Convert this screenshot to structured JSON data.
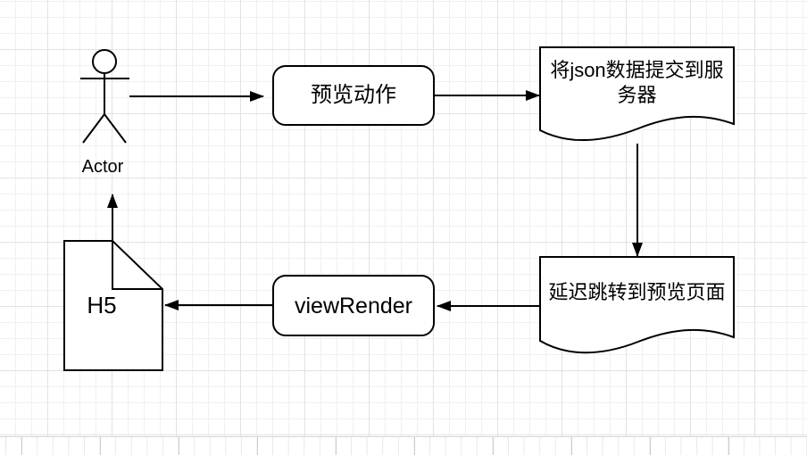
{
  "app": {
    "kind": "flowchart-canvas",
    "background_color": "#ffffff",
    "grid_minor_color": "#f0f0f0",
    "grid_major_color": "#e2e2e2",
    "shape_stroke_color": "#000000",
    "text_color": "#000000"
  },
  "nodes": {
    "actor": {
      "type": "actor",
      "label": "Actor"
    },
    "preview_action": {
      "type": "rounded-rectangle",
      "label": "预览动作"
    },
    "submit_json": {
      "type": "document",
      "label": "将json数据提交到服务器"
    },
    "delay_redirect": {
      "type": "document",
      "label": "延迟跳转到预览页面"
    },
    "view_render": {
      "type": "rounded-rectangle",
      "label": "viewRender"
    },
    "h5": {
      "type": "note",
      "label": "H5"
    }
  },
  "edges": [
    {
      "from": "actor",
      "to": "preview_action",
      "direction": "right"
    },
    {
      "from": "preview_action",
      "to": "submit_json",
      "direction": "right"
    },
    {
      "from": "submit_json",
      "to": "delay_redirect",
      "direction": "down"
    },
    {
      "from": "delay_redirect",
      "to": "view_render",
      "direction": "left"
    },
    {
      "from": "view_render",
      "to": "h5",
      "direction": "left"
    },
    {
      "from": "h5",
      "to": "actor",
      "direction": "up"
    }
  ]
}
